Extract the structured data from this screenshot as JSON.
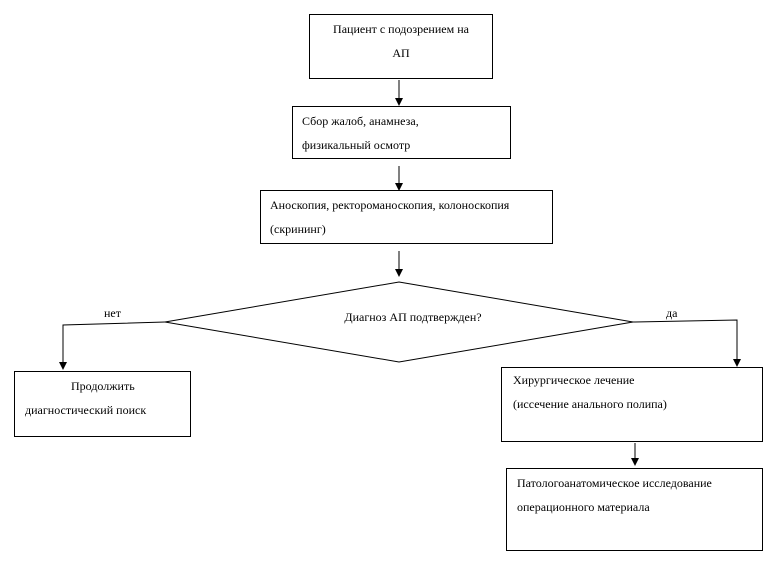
{
  "nodes": {
    "patient": {
      "lines": [
        "Пациент с подозрением на",
        "АП"
      ]
    },
    "complaints": {
      "lines": [
        "Сбор жалоб, анамнеза,",
        "физикальный осмотр"
      ]
    },
    "screening": {
      "lines": [
        "Аноскопия, ректороманоскопия, колоноскопия",
        "(скрининг)"
      ]
    },
    "decision": {
      "text": "Диагноз АП подтвержден?"
    },
    "continue": {
      "lines": [
        "Продолжить",
        "диагностический поиск"
      ]
    },
    "surgery": {
      "lines": [
        "Хирургическое лечение",
        "(иссечение анального полипа)"
      ]
    },
    "pathology": {
      "lines": [
        "Патологоанатомическое исследование",
        "операционного материала"
      ]
    }
  },
  "edges": {
    "no_label": "нет",
    "yes_label": "да"
  }
}
